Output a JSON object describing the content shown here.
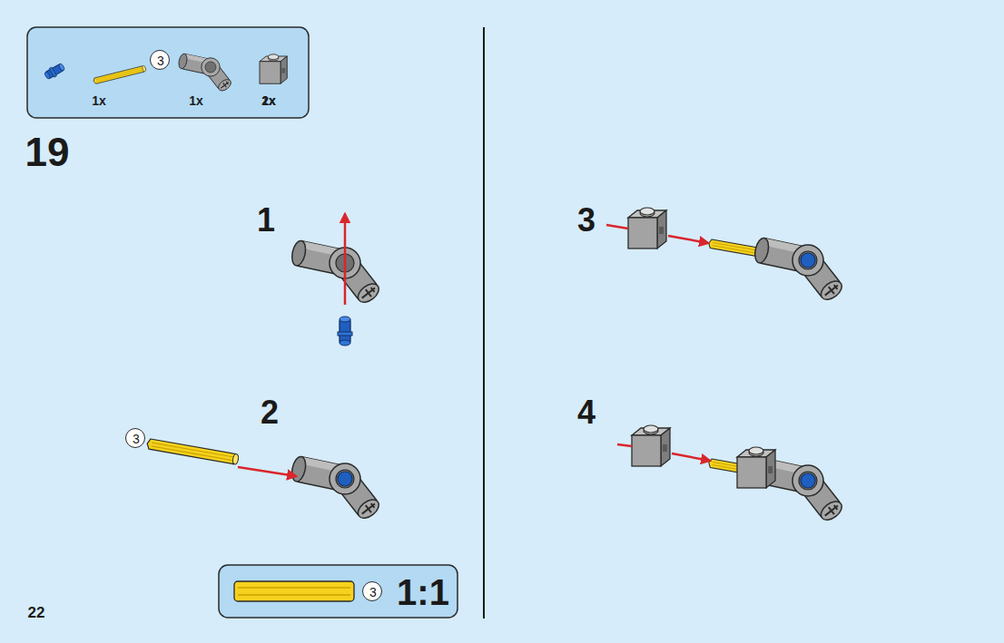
{
  "diagram": {
    "nodes": [
      {
        "text": [
          "1x",
          "1x",
          "1x",
          "2x"
        ]
      },
      {
        "text": [
          "3"
        ],
        "in": 0
      },
      {
        "text": [
          "3"
        ]
      },
      {
        "text": [
          "1:1"
        ]
      },
      {
        "text": [
          "3"
        ],
        "in": 3
      }
    ],
    "labels": [
      "19",
      "1",
      "2",
      "3",
      "4",
      "22"
    ]
  }
}
